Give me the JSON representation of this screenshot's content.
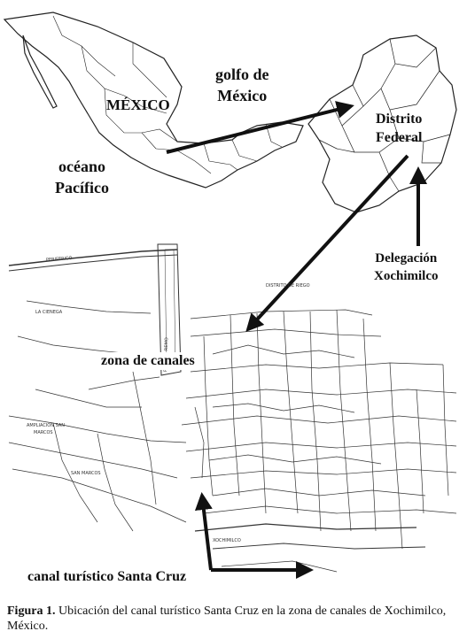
{
  "labels": {
    "golfo": [
      "golfo de",
      "México"
    ],
    "mexico": "MÉXICO",
    "oceano": [
      "océano",
      "Pacífico"
    ],
    "distrito": [
      "Distrito",
      "Federal"
    ],
    "delegacion": [
      "Delegación",
      "Xochimilco"
    ],
    "zona_canales": "zona de canales",
    "canal": "canal turístico Santa Cruz"
  },
  "street_labels": {
    "periferico": "PERIFERICO",
    "distrito_riego": "DISTRITO DE RIEGO",
    "la_cienega": "LA CIENEGA",
    "ampliacion": "AMPLIACION SAN",
    "marcos": "MARCOS",
    "san_marcos": "SAN MARCOS",
    "xochimilco": "XOCHIMILCO",
    "pista": "PISTA DE REMO"
  },
  "caption": {
    "prefix": "Figura 1.",
    "text": "Ubicación del canal turístico Santa Cruz en la zona de canales de Xochimilco, México."
  }
}
